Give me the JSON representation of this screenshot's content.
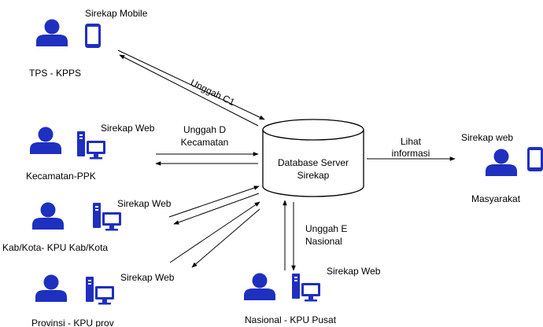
{
  "colors": {
    "icon": "#1f2fbf",
    "line": "#000000",
    "background": "#ffffff"
  },
  "icons": [
    "user-icon",
    "mobile-icon",
    "computer-icon",
    "database-icon"
  ],
  "database": {
    "line1": "Database Server",
    "line2": "Sirekap"
  },
  "nodes": {
    "tps": {
      "device": "Sirekap Mobile",
      "name": "TPS - KPPS"
    },
    "kecamatan": {
      "device": "Sirekap Web",
      "name": "Kecamatan-PPK"
    },
    "kabkota": {
      "device": "Sirekap Web",
      "name": "Kab/Kota- KPU Kab/Kota"
    },
    "provinsi": {
      "device": "Sirekap Web",
      "name": "Provinsi - KPU prov"
    },
    "nasional": {
      "device": "Sirekap Web",
      "name": "Nasional - KPU Pusat"
    },
    "masyarakat": {
      "device": "Sirekap web",
      "name": "Masyarakat"
    }
  },
  "edges": {
    "c1": "Unggah C1",
    "d_line1": "Unggah D",
    "d_line2": "Kecamatan",
    "e_line1": "Unggah E",
    "e_line2": "Nasional",
    "info_line1": "Lihat",
    "info_line2": "informasi"
  }
}
